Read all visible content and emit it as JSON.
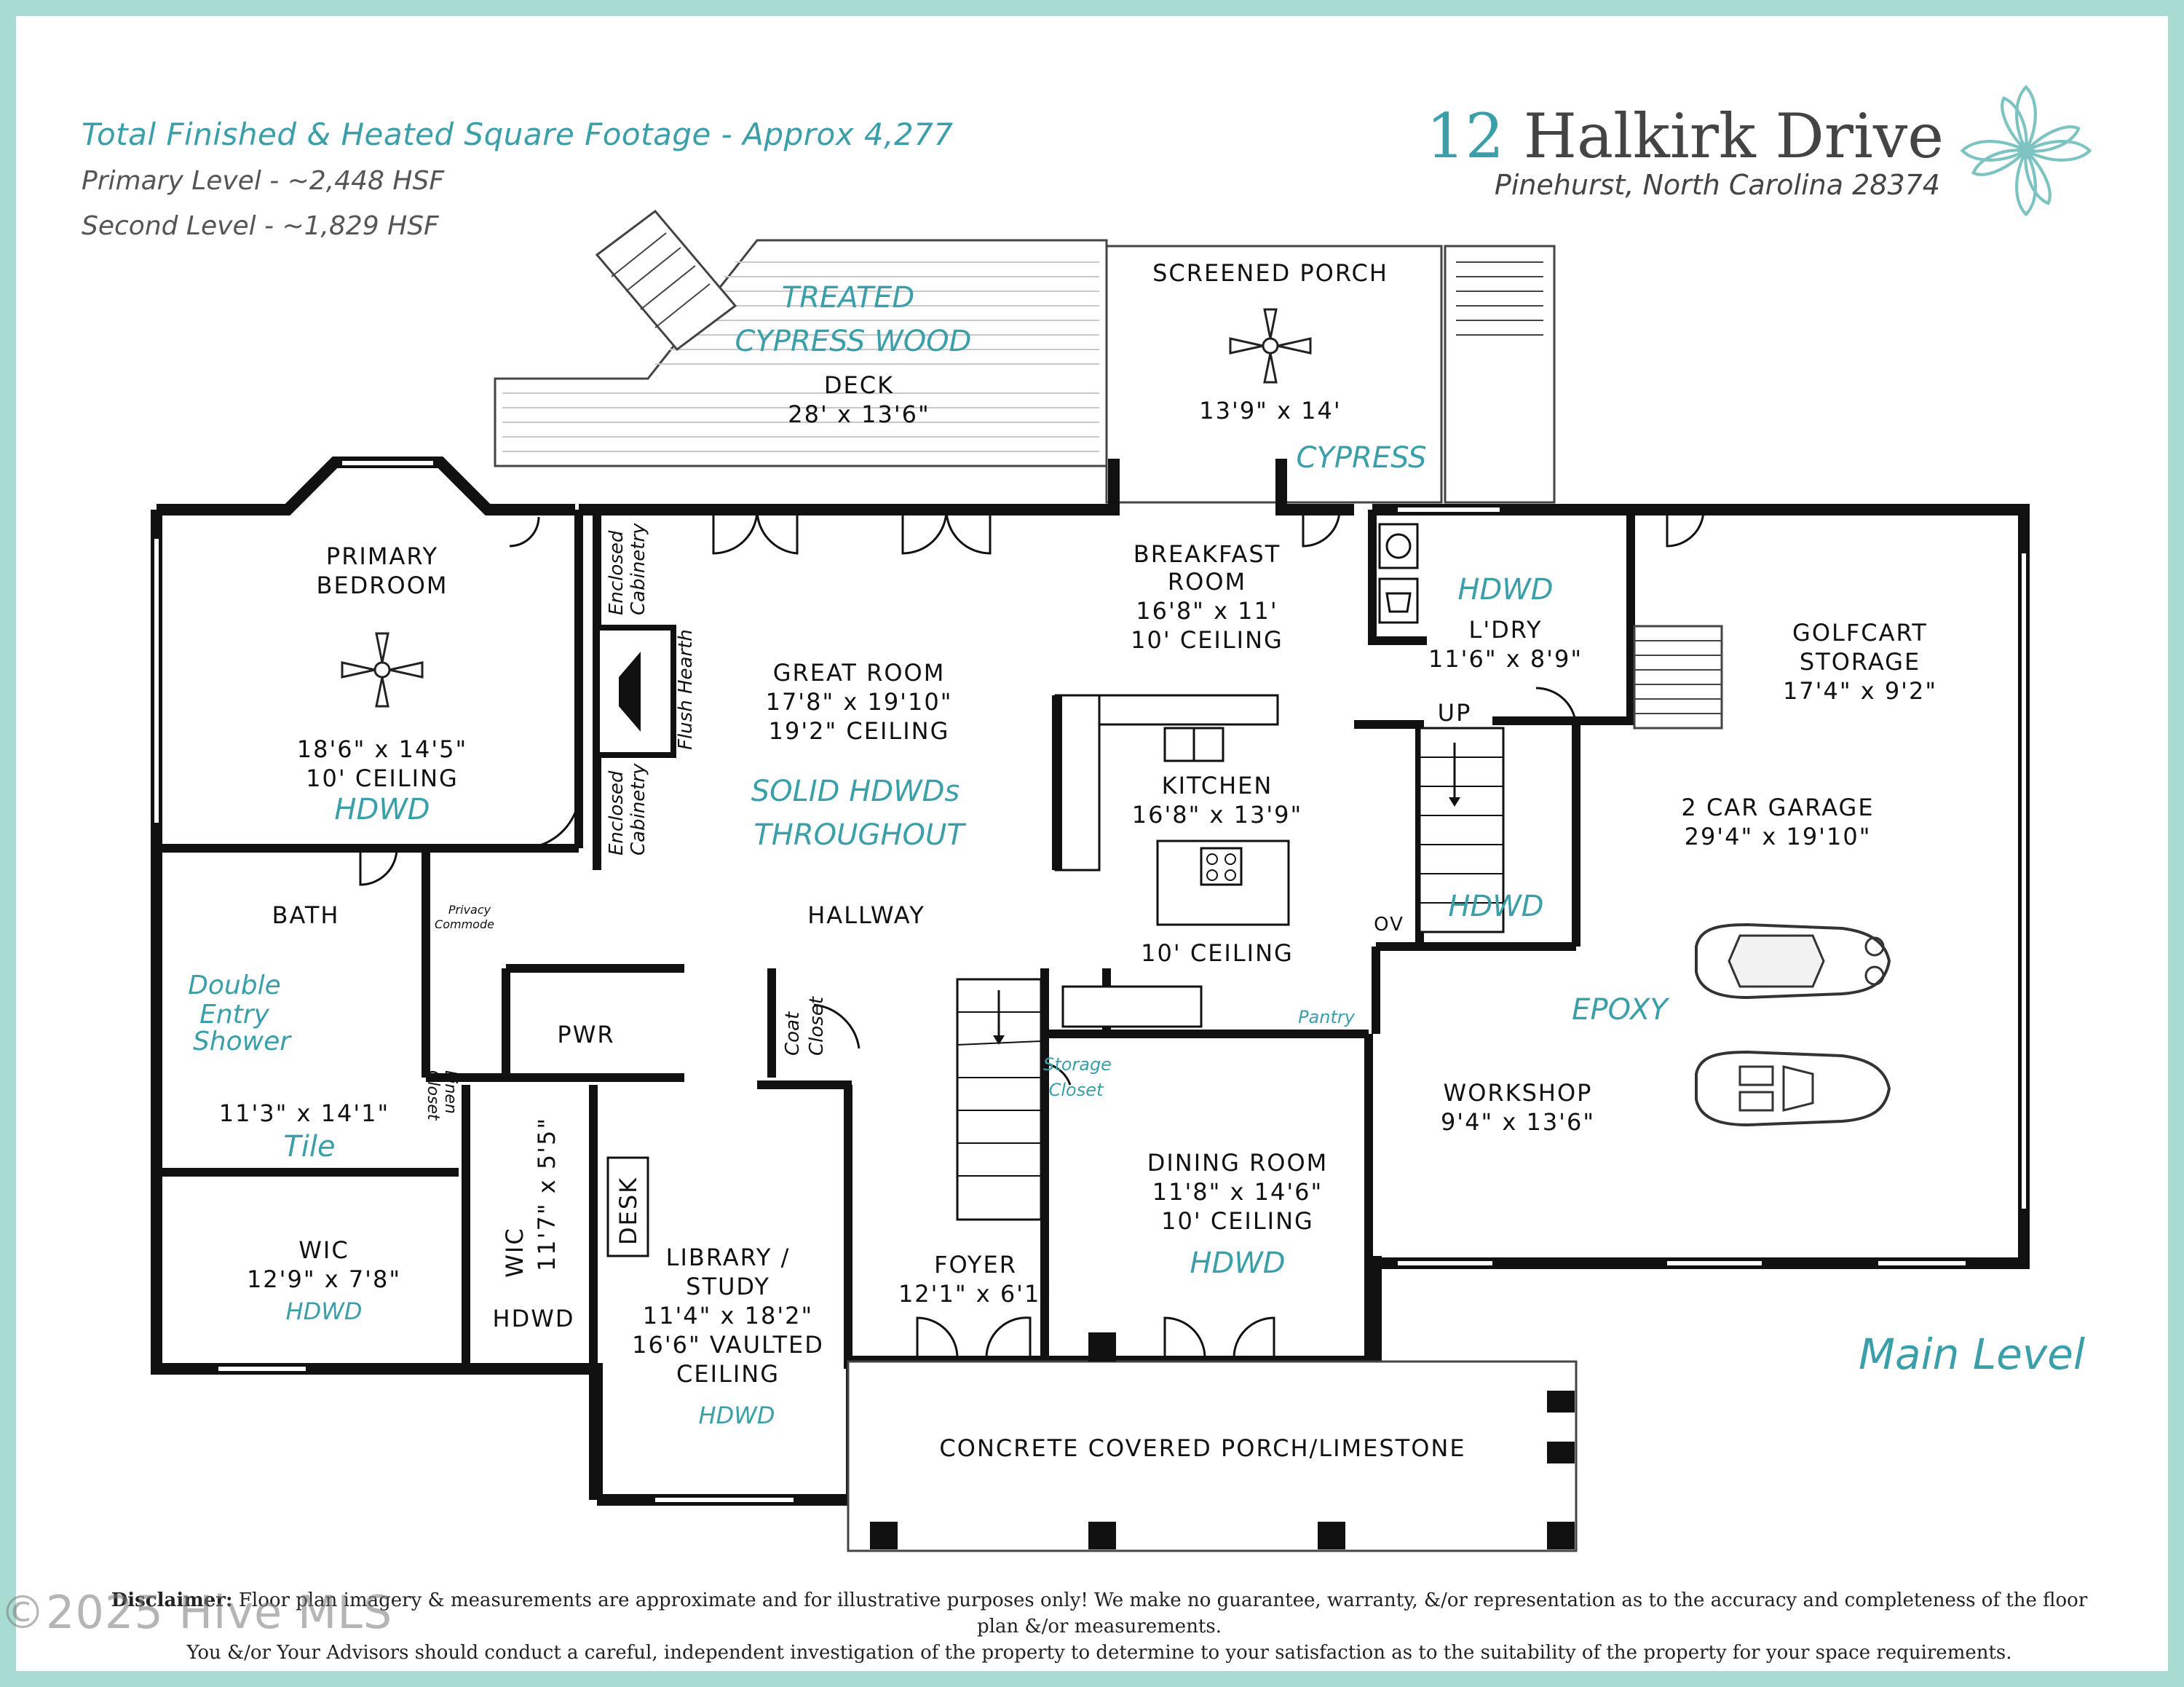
{
  "header": {
    "title": "Total Finished & Heated Square Footage - Approx 4,277",
    "primary_level": "Primary Level - ~2,448 HSF",
    "second_level": "Second Level - ~1,829 HSF"
  },
  "address": {
    "number": "12",
    "street": "Halkirk Drive",
    "city": "Pinehurst, North Carolina 28374"
  },
  "level_label": "Main Level",
  "rooms": {
    "deck": {
      "note1": "TREATED",
      "note2": "CYPRESS WOOD",
      "name": "DECK",
      "size": "28' x 13'6\""
    },
    "screened_porch": {
      "name": "SCREENED PORCH",
      "size": "13'9\" x 14'",
      "note": "CYPRESS"
    },
    "primary_bedroom": {
      "name1": "PRIMARY",
      "name2": "BEDROOM",
      "size": "18'6\" x 14'5\"",
      "ceiling": "10' CEILING",
      "floor": "HDWD"
    },
    "great_room": {
      "name": "GREAT ROOM",
      "size": "17'8\" x 19'10\"",
      "ceiling": "19'2\" CEILING",
      "floor1": "SOLID HDWDs",
      "floor2": "THROUGHOUT"
    },
    "enclosed_cabinetry_top": {
      "line1": "Enclosed",
      "line2": "Cabinetry"
    },
    "enclosed_cabinetry_bottom": {
      "line1": "Enclosed",
      "line2": "Cabinetry"
    },
    "flush_hearth": "Flush Hearth",
    "breakfast_room": {
      "name1": "BREAKFAST",
      "name2": "ROOM",
      "size": "16'8\" x 11'",
      "ceiling": "10' CEILING"
    },
    "laundry": {
      "floor": "HDWD",
      "name": "L'DRY",
      "size": "11'6\" x 8'9\""
    },
    "golfcart_storage": {
      "name1": "GOLFCART",
      "name2": "STORAGE",
      "size": "17'4\" x 9'2\""
    },
    "kitchen": {
      "name": "KITCHEN",
      "size": "16'8\" x 13'9\"",
      "ceiling": "10' CEILING"
    },
    "stairs": {
      "up": "UP",
      "floor": "HDWD",
      "ov": "OV"
    },
    "garage": {
      "name": "2 CAR GARAGE",
      "size": "29'4\" x 19'10\"",
      "floor": "EPOXY"
    },
    "workshop": {
      "name": "WORKSHOP",
      "size": "9'4\" x 13'6\""
    },
    "bath": {
      "name": "BATH",
      "shower1": "Double",
      "shower2": "Entry",
      "shower3": "Shower",
      "size": "11'3\" x 14'1\"",
      "floor": "Tile"
    },
    "privacy_commode": {
      "line1": "Privacy",
      "line2": "Commode"
    },
    "linen_closet": {
      "line1": "Linen",
      "line2": "Closet"
    },
    "pwr": "PWR",
    "hallway": "HALLWAY",
    "coat_closet": {
      "line1": "Coat",
      "line2": "Closet"
    },
    "storage_closet": {
      "line1": "Storage",
      "line2": "Closet"
    },
    "pantry": "Pantry",
    "wic_left": {
      "name": "WIC",
      "size": "12'9\" x 7'8\"",
      "floor": "HDWD"
    },
    "wic_right": {
      "name": "WIC",
      "size": "11'7\" x 5'5\"",
      "floor": "HDWD"
    },
    "desk": "DESK",
    "library": {
      "name1": "LIBRARY /",
      "name2": "STUDY",
      "size": "11'4\" x 18'2\"",
      "ceiling1": "16'6\" VAULTED",
      "ceiling2": "CEILING",
      "floor": "HDWD"
    },
    "foyer": {
      "name": "FOYER",
      "size": "12'1\" x 6'1\""
    },
    "dining_room": {
      "name": "DINING ROOM",
      "size": "11'8\" x 14'6\"",
      "ceiling": "10' CEILING",
      "floor": "HDWD"
    },
    "porch": "CONCRETE COVERED PORCH/LIMESTONE"
  },
  "disclaimer": {
    "label": "Disclaimer:",
    "line1": "Floor plan imagery & measurements are approximate and for illustrative purposes only!  We make no guarantee, warranty, &/or representation as to the accuracy and completeness of the floor plan &/or measurements.",
    "line2": "You &/or Your Advisors should conduct a careful, independent investigation of the property to determine to your satisfaction as to the suitability of the property for your space requirements."
  },
  "watermark": "©2025 Hive MLS",
  "colors": {
    "accent": "#3a9fa8",
    "frame": "#a8dcd3",
    "wall": "#111111"
  }
}
